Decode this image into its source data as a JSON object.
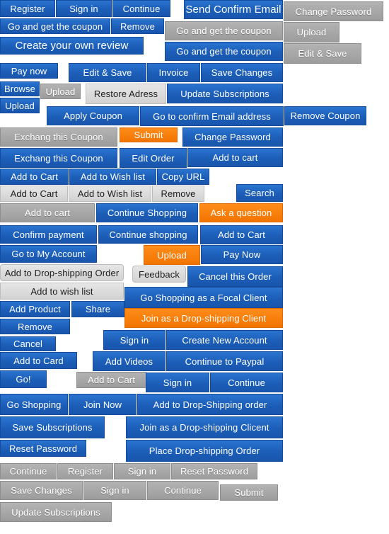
{
  "buttons": [
    {
      "name": "register-button",
      "label": "Register",
      "style": "blue"
    },
    {
      "name": "sign-in-button",
      "label": "Sign in",
      "style": "blue"
    },
    {
      "name": "continue-button",
      "label": "Continue",
      "style": "blue"
    },
    {
      "name": "send-confirm-email-button",
      "label": "Send Confirm Email",
      "style": "blue"
    },
    {
      "name": "change-password-button",
      "label": "Change Password",
      "style": "grey"
    },
    {
      "name": "go-and-get-the-coupon-button",
      "label": "Go and get the coupon",
      "style": "blue"
    },
    {
      "name": "remove-button",
      "label": "Remove",
      "style": "blue"
    },
    {
      "name": "go-and-get-the-coupon-button-grey",
      "label": "Go and get the coupon",
      "style": "grey"
    },
    {
      "name": "upload-button",
      "label": "Upload",
      "style": "grey"
    },
    {
      "name": "create-your-own-review-button",
      "label": "Create your own review",
      "style": "blue"
    },
    {
      "name": "go-and-get-the-coupon-button-2",
      "label": "Go and get the coupon",
      "style": "blue"
    },
    {
      "name": "edit-and-save-button",
      "label": "Edit & Save",
      "style": "grey"
    },
    {
      "name": "pay-now-button",
      "label": "Pay now",
      "style": "blue"
    },
    {
      "name": "edit-and-save-button-2",
      "label": "Edit & Save",
      "style": "blue"
    },
    {
      "name": "invoice-button",
      "label": "Invoice",
      "style": "blue"
    },
    {
      "name": "save-changes-button",
      "label": "Save Changes",
      "style": "blue"
    },
    {
      "name": "browse-button",
      "label": "Browse",
      "style": "blue"
    },
    {
      "name": "upload-button-grey",
      "label": "Upload",
      "style": "grey"
    },
    {
      "name": "restore-adress-button",
      "label": "Restore Adress",
      "style": "lightgrey"
    },
    {
      "name": "update-subscriptions-button",
      "label": "Update Subscriptions",
      "style": "blue"
    },
    {
      "name": "upload-button-blue",
      "label": "Upload",
      "style": "blue"
    },
    {
      "name": "apply-coupon-button",
      "label": "Apply Coupon",
      "style": "blue"
    },
    {
      "name": "go-to-confirm-email-address-button",
      "label": "Go to confirm Email address",
      "style": "blue"
    },
    {
      "name": "remove-coupon-button",
      "label": "Remove Coupon",
      "style": "blue"
    },
    {
      "name": "exchang-this-coupon-button-grey",
      "label": "Exchang this Coupon",
      "style": "grey"
    },
    {
      "name": "submit-button-orange",
      "label": "Submit",
      "style": "orange"
    },
    {
      "name": "change-password-button-blue",
      "label": "Change Password",
      "style": "blue"
    },
    {
      "name": "exchang-this-coupon-button",
      "label": "Exchang this Coupon",
      "style": "blue"
    },
    {
      "name": "edit-order-button",
      "label": "Edit Order",
      "style": "blue"
    },
    {
      "name": "add-to-cart-button",
      "label": "Add to cart",
      "style": "blue"
    },
    {
      "name": "add-to-cart-button-2",
      "label": "Add to Cart",
      "style": "blue"
    },
    {
      "name": "add-to-wish-list-button",
      "label": "Add to Wish list",
      "style": "blue"
    },
    {
      "name": "copy-url-button",
      "label": "Copy URL",
      "style": "blue"
    },
    {
      "name": "add-to-cart-button-lightgrey",
      "label": "Add to Cart",
      "style": "lightgrey"
    },
    {
      "name": "add-to-wish-list-button-lightgrey",
      "label": "Add to Wish list",
      "style": "lightgrey"
    },
    {
      "name": "remove-button-lightgrey",
      "label": "Remove",
      "style": "lightgrey"
    },
    {
      "name": "search-button",
      "label": "Search",
      "style": "blue"
    },
    {
      "name": "add-to-cart-button-grey",
      "label": "Add to cart",
      "style": "grey"
    },
    {
      "name": "continue-shopping-button",
      "label": "Continue Shopping",
      "style": "blue"
    },
    {
      "name": "ask-a-question-button",
      "label": "Ask a question",
      "style": "orange"
    },
    {
      "name": "confirm-payment-button",
      "label": "Confirm payment",
      "style": "blue"
    },
    {
      "name": "continue-shopping-button-2",
      "label": "Continue shopping",
      "style": "blue"
    },
    {
      "name": "add-to-cart-button-3",
      "label": "Add to Cart",
      "style": "blue"
    },
    {
      "name": "go-to-my-account-button",
      "label": "Go to My Account",
      "style": "blue"
    },
    {
      "name": "upload-button-orange",
      "label": "Upload",
      "style": "orange"
    },
    {
      "name": "pay-now-button-2",
      "label": "Pay Now",
      "style": "blue"
    },
    {
      "name": "add-to-drop-shipping-order-button",
      "label": "Add to Drop-shipping Order",
      "style": "lightgrey"
    },
    {
      "name": "feedback-button",
      "label": "Feedback",
      "style": "lightgrey"
    },
    {
      "name": "cancel-this-order-button",
      "label": "Cancel this Order",
      "style": "blue"
    },
    {
      "name": "add-to-wish-list-button-3",
      "label": "Add to wish list",
      "style": "lightgrey"
    },
    {
      "name": "go-shopping-as-a-focal-client-button",
      "label": "Go Shopping as a Focal Client",
      "style": "blue"
    },
    {
      "name": "add-product-button",
      "label": "Add Product",
      "style": "blue"
    },
    {
      "name": "share-button",
      "label": "Share",
      "style": "blue"
    },
    {
      "name": "join-as-a-drop-shipping-client-button",
      "label": "Join as a Drop-shipping Client",
      "style": "orange"
    },
    {
      "name": "remove-button-2",
      "label": "Remove",
      "style": "blue"
    },
    {
      "name": "sign-in-button-2",
      "label": "Sign in",
      "style": "blue"
    },
    {
      "name": "create-new-account-button",
      "label": "Create New Account",
      "style": "blue"
    },
    {
      "name": "cancel-button",
      "label": "Cancel",
      "style": "blue"
    },
    {
      "name": "add-to-card-button",
      "label": "Add to Card",
      "style": "blue"
    },
    {
      "name": "add-videos-button",
      "label": "Add Videos",
      "style": "blue"
    },
    {
      "name": "continue-to-paypal-button",
      "label": "Continue to Paypal",
      "style": "blue"
    },
    {
      "name": "go-button",
      "label": "Go!",
      "style": "blue"
    },
    {
      "name": "add-to-cart-button-grey-2",
      "label": "Add to Cart",
      "style": "grey"
    },
    {
      "name": "sign-in-button-3",
      "label": "Sign in",
      "style": "blue"
    },
    {
      "name": "continue-button-2",
      "label": "Continue",
      "style": "blue"
    },
    {
      "name": "go-shopping-button",
      "label": "Go Shopping",
      "style": "blue"
    },
    {
      "name": "join-now-button",
      "label": "Join Now",
      "style": "blue"
    },
    {
      "name": "add-to-drop-shipping-order-button-2",
      "label": "Add to Drop-Shipping order",
      "style": "blue"
    },
    {
      "name": "save-subscriptions-button",
      "label": "Save Subscriptions",
      "style": "blue"
    },
    {
      "name": "join-as-a-drop-shipping-clicent-button",
      "label": "Join as a Drop-shipping Clicent",
      "style": "blue"
    },
    {
      "name": "reset-password-button",
      "label": "Reset Password",
      "style": "blue"
    },
    {
      "name": "place-drop-shipping-order-button",
      "label": "Place Drop-shipping Order",
      "style": "blue"
    },
    {
      "name": "continue-button-grey",
      "label": "Continue",
      "style": "grey"
    },
    {
      "name": "register-button-grey",
      "label": "Register",
      "style": "grey"
    },
    {
      "name": "sign-in-button-grey",
      "label": "Sign in",
      "style": "grey"
    },
    {
      "name": "reset-password-button-grey",
      "label": "Reset Password",
      "style": "grey"
    },
    {
      "name": "save-changes-button-grey",
      "label": "Save Changes",
      "style": "grey"
    },
    {
      "name": "sign-in-button-grey-2",
      "label": "Sign in",
      "style": "grey"
    },
    {
      "name": "continue-button-grey-2",
      "label": "Continue",
      "style": "grey"
    },
    {
      "name": "submit-button-grey",
      "label": "Submit",
      "style": "grey"
    },
    {
      "name": "update-subscriptions-button-grey",
      "label": "Update Subscriptions",
      "style": "grey"
    }
  ]
}
